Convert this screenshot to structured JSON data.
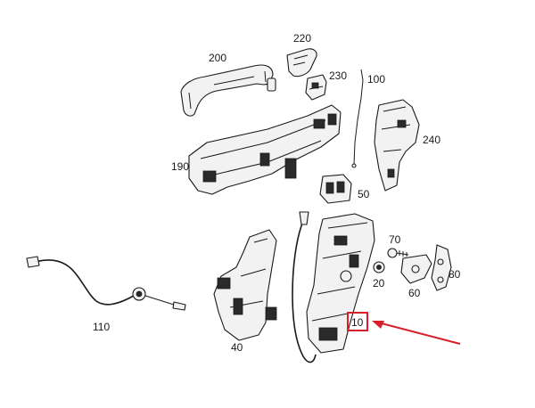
{
  "diagram": {
    "labels": {
      "p200": "200",
      "p220": "220",
      "p230": "230",
      "p100": "100",
      "p240": "240",
      "p190": "190",
      "p50": "50",
      "p70": "70",
      "p20": "20",
      "p60": "60",
      "p80": "80",
      "p10": "10",
      "p110": "110",
      "p40": "40"
    },
    "highlight": {
      "part": "10",
      "box_color": "#d8202a",
      "arrow_color": "#d8202a"
    }
  }
}
